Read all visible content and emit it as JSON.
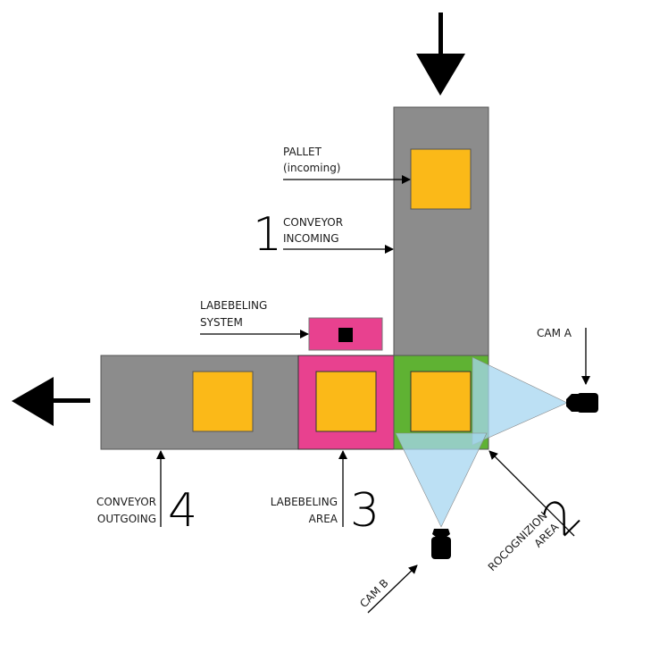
{
  "colors": {
    "conveyor": "#8c8c8c",
    "pallet": "#fbb918",
    "labeling": "#e8418f",
    "recognition": "#5fb233",
    "camera_fov": "#a6d6f0",
    "arrow": "#000000"
  },
  "labels": {
    "pallet": [
      "PALLET",
      "(incoming)"
    ],
    "conveyor_incoming": [
      "CONVEYOR",
      "INCOMING"
    ],
    "labeling_system": [
      "LABEBELING",
      "SYSTEM"
    ],
    "cam_a": "CAM A",
    "cam_b": "CAM B",
    "conveyor_outgoing": [
      "CONVEYOR",
      "OUTGOING"
    ],
    "labeling_area": [
      "LABEBELING",
      "AREA"
    ],
    "recognition_area": [
      "ROCOGNIZION",
      "AREA"
    ]
  },
  "numbers": {
    "conveyor_incoming": "1",
    "recognition_area": "2",
    "labeling_area": "3",
    "conveyor_outgoing": "4"
  }
}
